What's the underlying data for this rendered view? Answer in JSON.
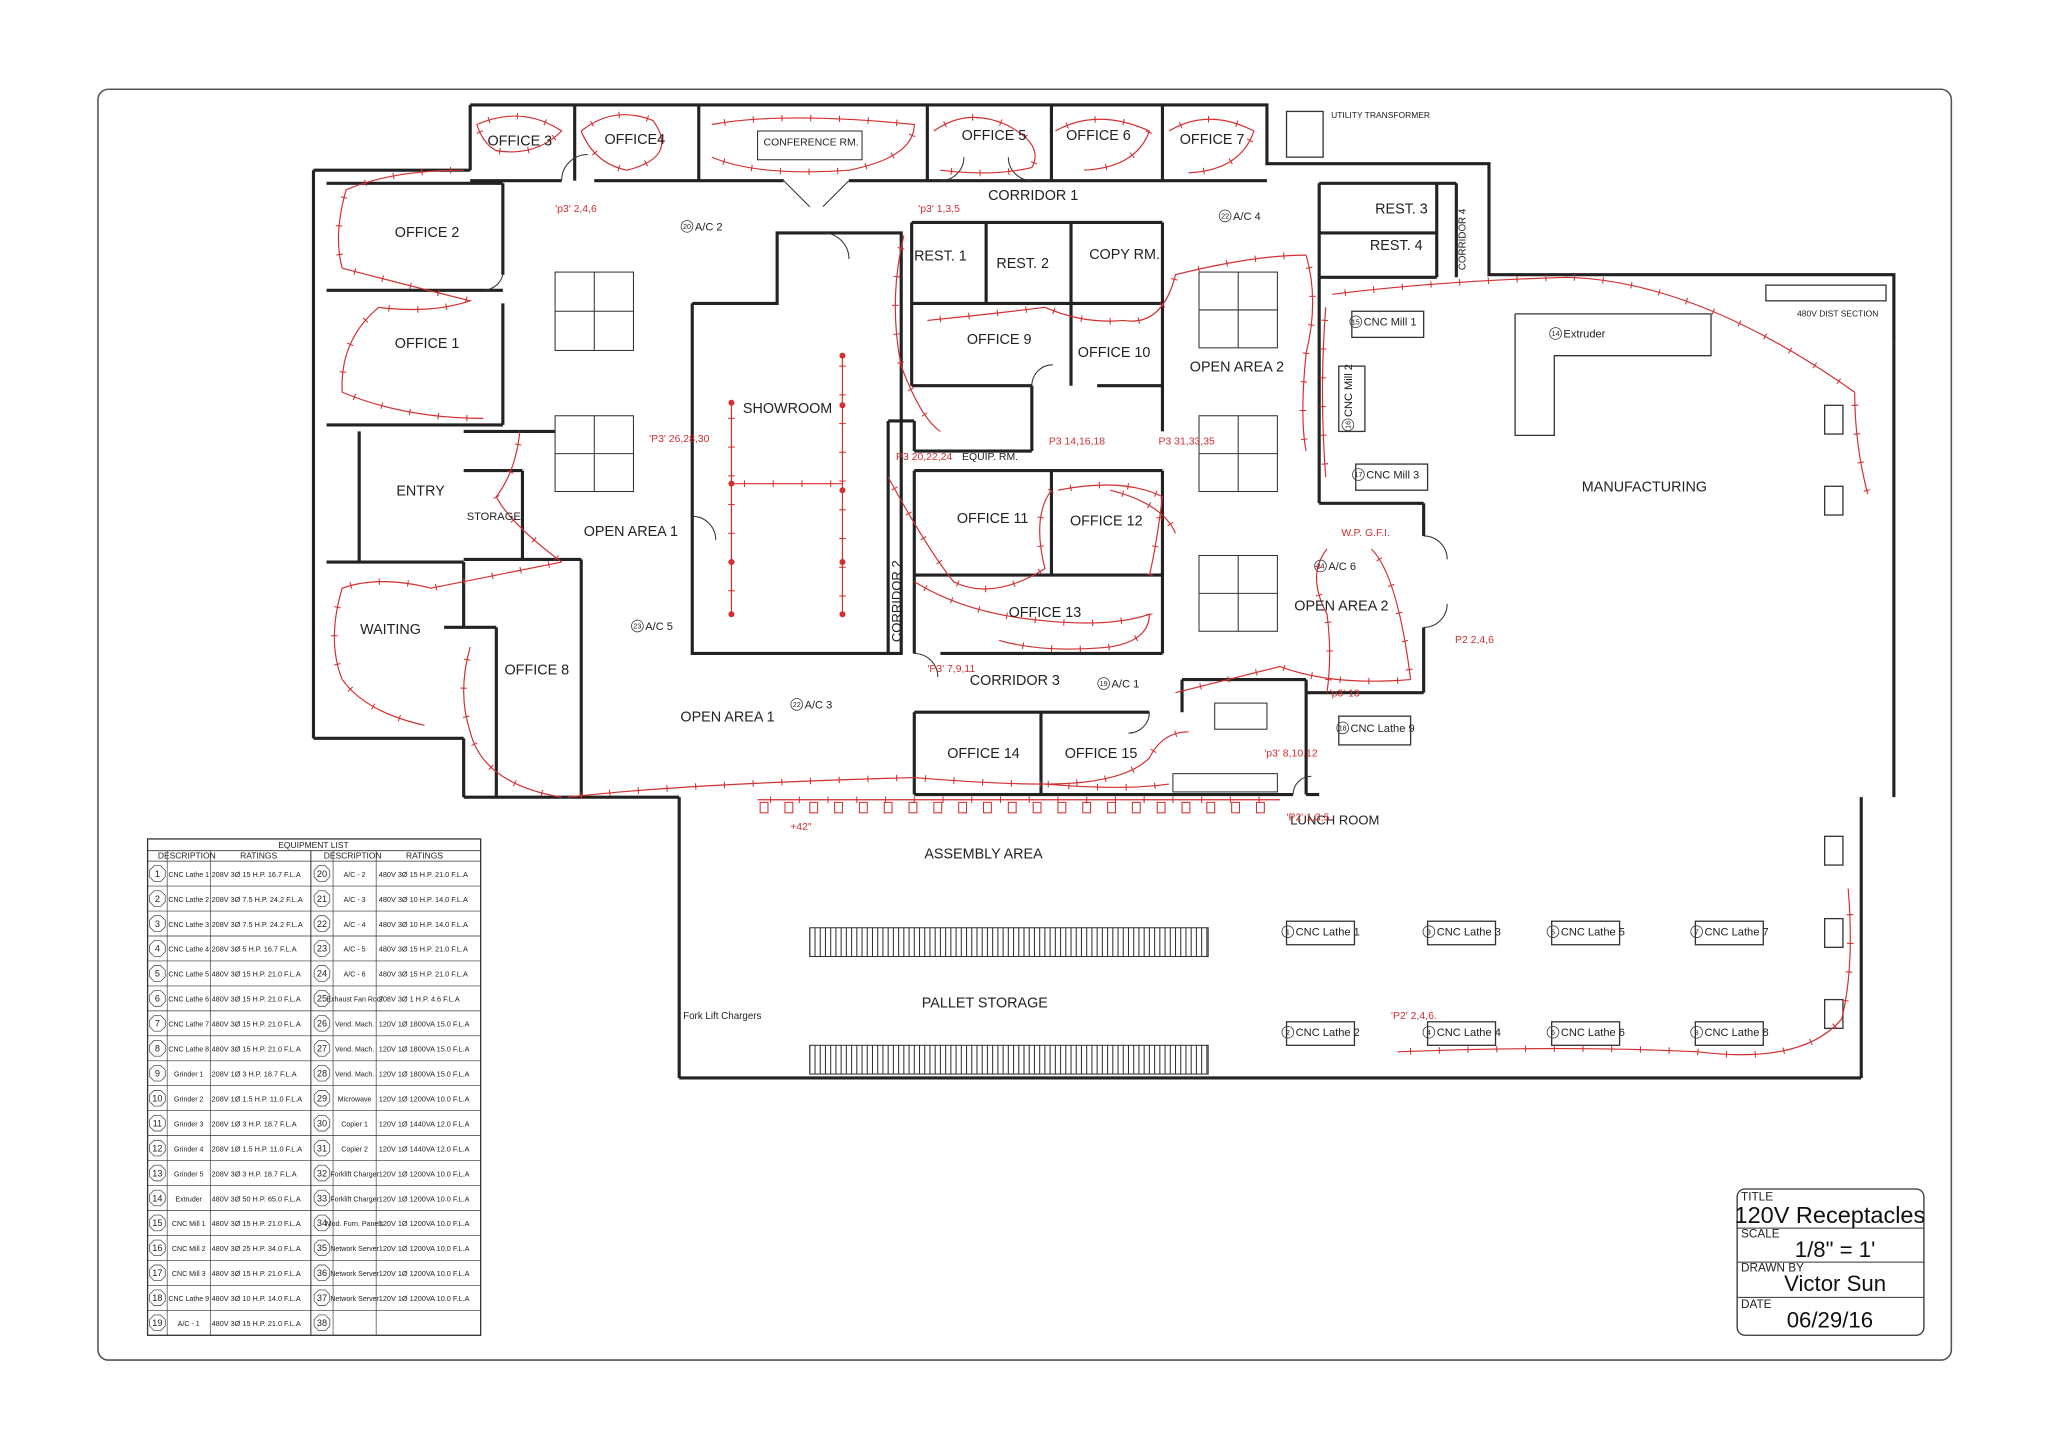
{
  "rooms": [
    {
      "id": "office3",
      "label": "OFFICE 3"
    },
    {
      "id": "office4",
      "label": "OFFICE4"
    },
    {
      "id": "conference",
      "label": "CONFERENCE RM."
    },
    {
      "id": "office5",
      "label": "OFFICE 5"
    },
    {
      "id": "office6",
      "label": "OFFICE 6"
    },
    {
      "id": "office7",
      "label": "OFFICE 7"
    },
    {
      "id": "utility",
      "label": "UTILITY TRANSFORMER"
    },
    {
      "id": "office2",
      "label": "OFFICE 2"
    },
    {
      "id": "office1",
      "label": "OFFICE 1"
    },
    {
      "id": "corridor1",
      "label": "CORRIDOR 1"
    },
    {
      "id": "rest1",
      "label": "REST. 1"
    },
    {
      "id": "rest2",
      "label": "REST. 2"
    },
    {
      "id": "copy",
      "label": "COPY RM."
    },
    {
      "id": "rest3",
      "label": "REST. 3"
    },
    {
      "id": "rest4",
      "label": "REST. 4"
    },
    {
      "id": "corridor4",
      "label": "CORRIDOR 4"
    },
    {
      "id": "office9",
      "label": "OFFICE 9"
    },
    {
      "id": "office10",
      "label": "OFFICE 10"
    },
    {
      "id": "openarea2a",
      "label": "OPEN AREA  2"
    },
    {
      "id": "showroom",
      "label": "SHOWROOM"
    },
    {
      "id": "equip",
      "label": "EQUIP. RM."
    },
    {
      "id": "entry",
      "label": "ENTRY"
    },
    {
      "id": "storage",
      "label": "STORAGE"
    },
    {
      "id": "openarea1a",
      "label": "OPEN AREA  1"
    },
    {
      "id": "office11",
      "label": "OFFICE 11"
    },
    {
      "id": "office12",
      "label": "OFFICE 12"
    },
    {
      "id": "office13",
      "label": "OFFICE 13"
    },
    {
      "id": "corridor2",
      "label": "CORRIDOR 2"
    },
    {
      "id": "waiting",
      "label": "WAITING"
    },
    {
      "id": "office8",
      "label": "OFFICE 8"
    },
    {
      "id": "openarea1b",
      "label": "OPEN AREA  1"
    },
    {
      "id": "corridor3",
      "label": "CORRIDOR 3"
    },
    {
      "id": "openarea2b",
      "label": "OPEN AREA  2"
    },
    {
      "id": "office14",
      "label": "OFFICE 14"
    },
    {
      "id": "office15",
      "label": "OFFICE 15"
    },
    {
      "id": "lunch",
      "label": "LUNCH ROOM"
    },
    {
      "id": "manufacturing",
      "label": "MANUFACTURING"
    },
    {
      "id": "assembly",
      "label": "ASSEMBLY AREA"
    },
    {
      "id": "pallet",
      "label": "PALLET STORAGE"
    },
    {
      "id": "forklift",
      "label": "Fork Lift Chargers"
    },
    {
      "id": "dist",
      "label": "480V DIST SECTION"
    }
  ],
  "equipment_labels": [
    {
      "id": "ac2",
      "label": "A/C 2",
      "num": "20"
    },
    {
      "id": "ac4",
      "label": "A/C 4",
      "num": "22"
    },
    {
      "id": "ac5",
      "label": "A/C 5",
      "num": "23"
    },
    {
      "id": "ac3",
      "label": "A/C 3",
      "num": "22"
    },
    {
      "id": "ac1",
      "label": "A/C 1",
      "num": "19"
    },
    {
      "id": "ac6",
      "label": "A/C 6",
      "num": "24"
    },
    {
      "id": "extruder",
      "label": "Extruder",
      "num": "14"
    },
    {
      "id": "cncmill1",
      "label": "CNC Mill 1",
      "num": "15"
    },
    {
      "id": "cncmill2",
      "label": "CNC Mill 2",
      "num": "16"
    },
    {
      "id": "cncmill3",
      "label": "CNC Mill 3",
      "num": "17"
    },
    {
      "id": "cnclathe9",
      "label": "CNC Lathe 9",
      "num": "18"
    },
    {
      "id": "lathe1",
      "label": "CNC Lathe 1",
      "num": "1"
    },
    {
      "id": "lathe3",
      "label": "CNC Lathe 3",
      "num": "3"
    },
    {
      "id": "lathe5",
      "label": "CNC Lathe 5",
      "num": "5"
    },
    {
      "id": "lathe7",
      "label": "CNC Lathe 7",
      "num": "7"
    },
    {
      "id": "lathe2",
      "label": "CNC Lathe 2",
      "num": "2"
    },
    {
      "id": "lathe4",
      "label": "CNC Lathe 4",
      "num": "4"
    },
    {
      "id": "lathe6",
      "label": "CNC Lathe 6",
      "num": "6"
    },
    {
      "id": "lathe8",
      "label": "CNC Lathe 8",
      "num": "8"
    }
  ],
  "circuit_notes": [
    "'p3' 2,4,6",
    "'p3' 1,3,5",
    "'P3' 26,28,30",
    "P3 20,22,24",
    "P3 14,16,18",
    "P3 31,33,35",
    "'P3' 7,9,11",
    "'p3' 8,10,12",
    "'P2' 1,3,5",
    "'P2' 2,4,6.",
    "P2 2,4,6",
    "'p3' 13",
    "W.P. G.F.I.",
    "+42\""
  ],
  "equipment_list": {
    "title": "EQUIPMENT LIST",
    "headers": [
      "DESCRIPTION",
      "RATINGS",
      "DESCRIPTION",
      "RATINGS"
    ],
    "rows": [
      [
        "1",
        "CNC Lathe 1",
        "208V 3Ø 15 H.P. 16.7 F.L.A",
        "20",
        "A/C - 2",
        "480V 3Ø 15 H.P. 21.0 F.L.A"
      ],
      [
        "2",
        "CNC Lathe 2",
        "208V 3Ø 7.5 H.P. 24.2 F.L.A",
        "21",
        "A/C - 3",
        "480V 3Ø 10 H.P. 14.0 F.L.A"
      ],
      [
        "3",
        "CNC Lathe 3",
        "208V 3Ø 7.5 H.P. 24.2 F.L.A",
        "22",
        "A/C - 4",
        "480V 3Ø 10 H.P. 14.0 F.L.A"
      ],
      [
        "4",
        "CNC Lathe 4",
        "208V 3Ø 5 H.P. 16.7 F.L.A",
        "23",
        "A/C - 5",
        "480V 3Ø 15 H.P. 21.0 F.L.A"
      ],
      [
        "5",
        "CNC Lathe 5",
        "480V 3Ø 15 H.P. 21.0 F.L.A",
        "24",
        "A/C - 6",
        "480V 3Ø 15 H.P. 21.0 F.L.A"
      ],
      [
        "6",
        "CNC Lathe 6",
        "480V 3Ø 15 H.P. 21.0 F.L.A",
        "25",
        "Exhaust Fan Roof",
        "208V 3Ø 1 H.P. 4.6 F.L.A"
      ],
      [
        "7",
        "CNC Lathe 7",
        "480V 3Ø 15 H.P. 21.0 F.L.A",
        "26",
        "Vend. Mach.",
        "120V 1Ø 1800VA 15.0 F.L.A"
      ],
      [
        "8",
        "CNC Lathe 8",
        "480V 3Ø 15 H.P. 21.0 F.L.A",
        "27",
        "Vend. Mach.",
        "120V 1Ø 1800VA 15.0 F.L.A"
      ],
      [
        "9",
        "Grinder 1",
        "208V 1Ø 3 H.P. 18.7 F.L.A",
        "28",
        "Vend. Mach.",
        "120V 1Ø 1800VA 15.0 F.L.A"
      ],
      [
        "10",
        "Grinder 2",
        "208V 1Ø 1.5 H.P. 11.0 F.L.A",
        "29",
        "Microwave",
        "120V 1Ø 1200VA 10.0 F.L.A"
      ],
      [
        "11",
        "Grinder 3",
        "208V 1Ø 3 H.P. 18.7 F.L.A",
        "30",
        "Copier 1",
        "120V 1Ø 1440VA 12.0 F.L.A"
      ],
      [
        "12",
        "Grinder 4",
        "208V 1Ø 1.5 H.P. 11.0 F.L.A",
        "31",
        "Copier 2",
        "120V 1Ø 1440VA 12.0 F.L.A"
      ],
      [
        "13",
        "Grinder 5",
        "208V 3Ø 3 H.P. 18.7 F.L.A",
        "32",
        "Forklift Charger",
        "120V 1Ø 1200VA 10.0 F.L.A"
      ],
      [
        "14",
        "Extruder",
        "480V 3Ø 50 H.P. 65.0 F.L.A",
        "33",
        "Forklift Charger",
        "120V 1Ø 1200VA 10.0 F.L.A"
      ],
      [
        "15",
        "CNC Mill 1",
        "480V 3Ø 15 H.P. 21.0 F.L.A",
        "34",
        "Mod. Furn. Panels",
        "120V 1Ø 1200VA 10.0 F.L.A"
      ],
      [
        "16",
        "CNC Mill 2",
        "480V 3Ø 25 H.P. 34.0 F.L.A",
        "35",
        "Network Server",
        "120V 1Ø 1200VA 10.0 F.L.A"
      ],
      [
        "17",
        "CNC Mill 3",
        "480V 3Ø 15 H.P. 21.0 F.L.A",
        "36",
        "Network Server",
        "120V 1Ø 1200VA 10.0 F.L.A"
      ],
      [
        "18",
        "CNC Lathe 9",
        "480V 3Ø 10 H.P. 14.0 F.L.A",
        "37",
        "Network Server",
        "120V 1Ø 1200VA 10.0 F.L.A"
      ],
      [
        "19",
        "A/C - 1",
        "480V 3Ø 15 H.P. 21.0 F.L.A",
        "38",
        "",
        ""
      ]
    ]
  },
  "title_block": {
    "title_label": "TITLE",
    "title": "120V Receptacles",
    "scale_label": "SCALE",
    "scale": "1/8\" = 1'",
    "drawn_by_label": "DRAWN BY",
    "drawn_by": "Victor Sun",
    "date_label": "DATE",
    "date": "06/29/16"
  },
  "colors": {
    "line": "#222222",
    "circuit": "#d32f2f",
    "background": "#ffffff"
  }
}
